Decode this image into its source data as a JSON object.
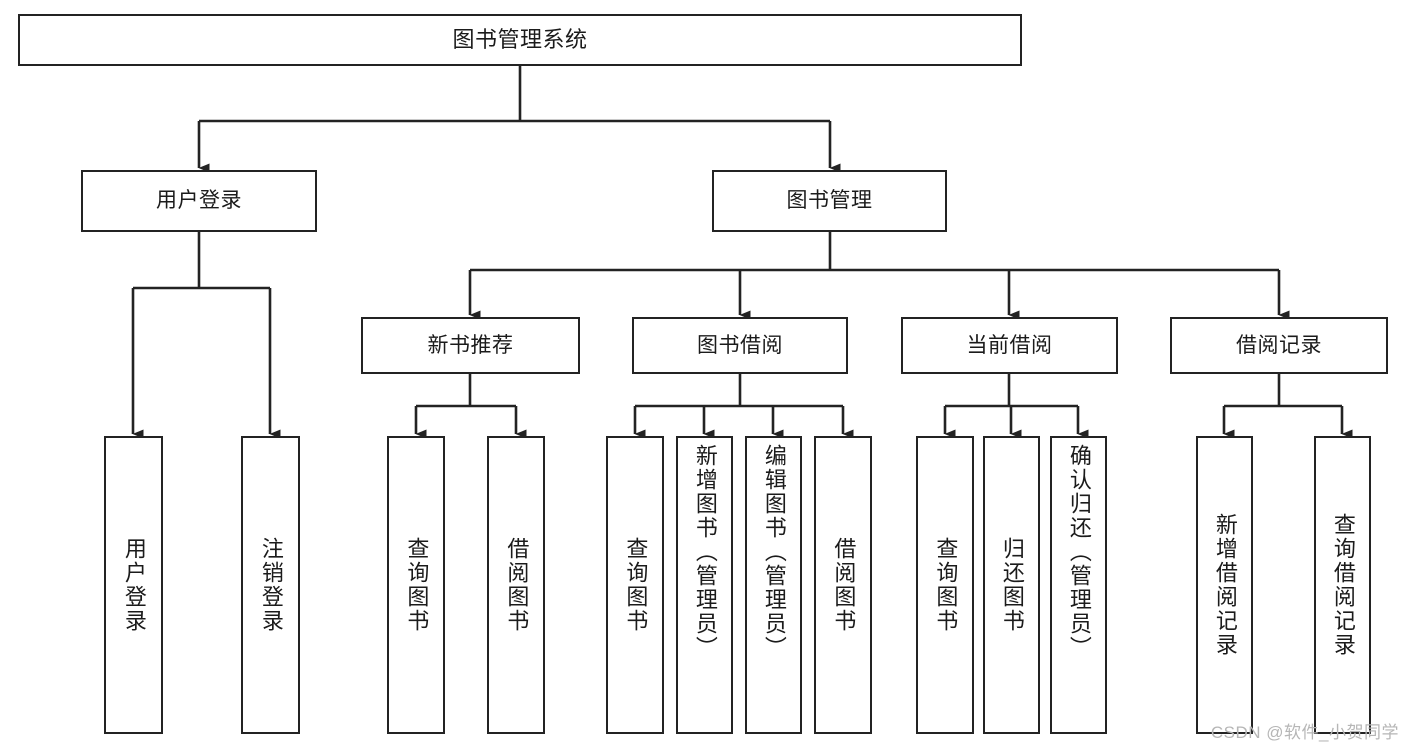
{
  "diagram": {
    "type": "hierarchy-tree",
    "title": "图书管理系统",
    "root": {
      "id": "root",
      "label": "图书管理系统"
    },
    "level2": [
      {
        "id": "user-login",
        "label": "用户登录"
      },
      {
        "id": "book-manage",
        "label": "图书管理"
      }
    ],
    "level3": [
      {
        "id": "new-book-recommend",
        "label": "新书推荐",
        "parent": "book-manage"
      },
      {
        "id": "book-borrow",
        "label": "图书借阅",
        "parent": "book-manage"
      },
      {
        "id": "current-borrow",
        "label": "当前借阅",
        "parent": "book-manage"
      },
      {
        "id": "borrow-record",
        "label": "借阅记录",
        "parent": "book-manage"
      }
    ],
    "leaves": [
      {
        "id": "leaf-user-login",
        "label": "用户登录",
        "parent": "user-login"
      },
      {
        "id": "leaf-user-logout",
        "label": "注销登录",
        "parent": "user-login"
      },
      {
        "id": "leaf-query-book-1",
        "label": "查询图书",
        "parent": "new-book-recommend"
      },
      {
        "id": "leaf-borrow-book-1",
        "label": "借阅图书",
        "parent": "new-book-recommend"
      },
      {
        "id": "leaf-query-book-2",
        "label": "查询图书",
        "parent": "book-borrow"
      },
      {
        "id": "leaf-add-book",
        "label": "新增图书（管理员）",
        "parent": "book-borrow"
      },
      {
        "id": "leaf-edit-book",
        "label": "编辑图书（管理员）",
        "parent": "book-borrow"
      },
      {
        "id": "leaf-borrow-book-2",
        "label": "借阅图书",
        "parent": "book-borrow"
      },
      {
        "id": "leaf-query-book-3",
        "label": "查询图书",
        "parent": "current-borrow"
      },
      {
        "id": "leaf-return-book",
        "label": "归还图书",
        "parent": "current-borrow"
      },
      {
        "id": "leaf-confirm-return",
        "label": "确认归还（管理员）",
        "parent": "current-borrow"
      },
      {
        "id": "leaf-add-record",
        "label": "新增借阅记录",
        "parent": "borrow-record"
      },
      {
        "id": "leaf-query-record",
        "label": "查询借阅记录",
        "parent": "borrow-record"
      }
    ],
    "colors": {
      "stroke": "#232323",
      "fill": "#ffffff",
      "text": "#1b1b1b",
      "watermark": "#b6b6b6"
    }
  },
  "watermark": {
    "text": "CSDN @软件_小贺同学"
  }
}
